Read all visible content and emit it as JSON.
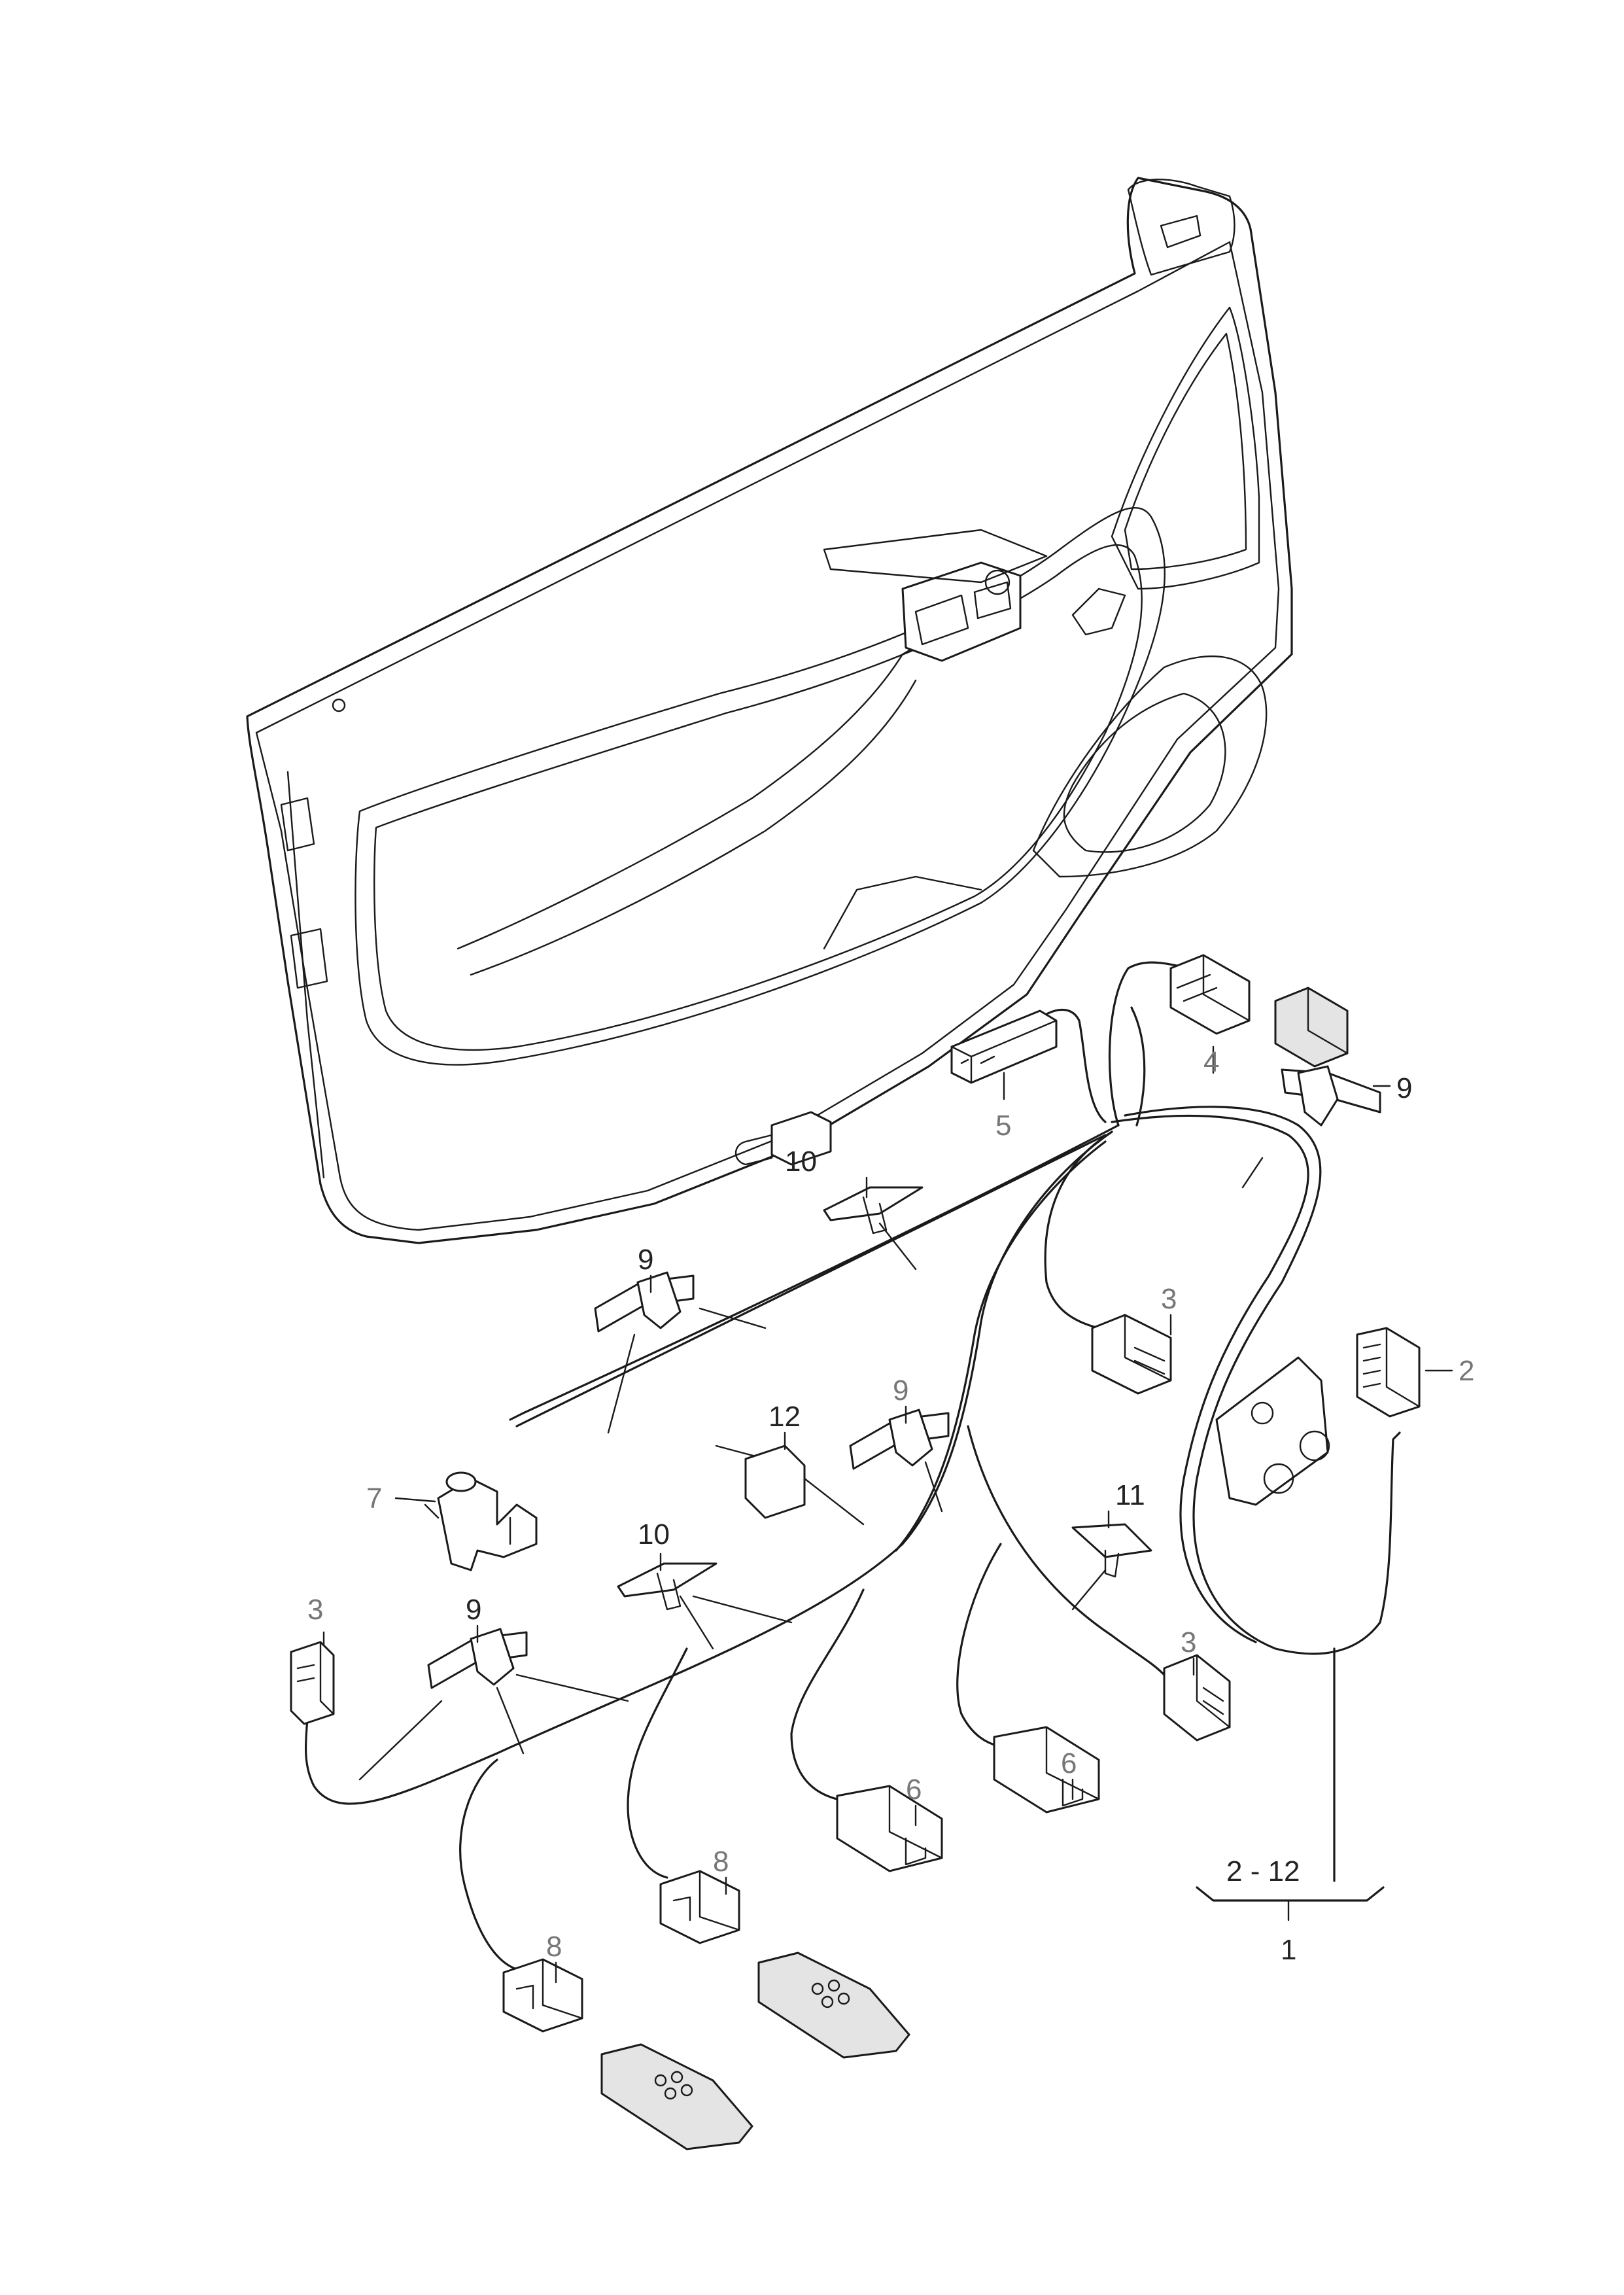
{
  "callouts": [
    {
      "id": "c1",
      "text": "1"
    },
    {
      "id": "c2",
      "text": "2"
    },
    {
      "id": "c3a",
      "text": "3"
    },
    {
      "id": "c3b",
      "text": "3"
    },
    {
      "id": "c3c",
      "text": "3"
    },
    {
      "id": "c4",
      "text": "4"
    },
    {
      "id": "c5",
      "text": "5"
    },
    {
      "id": "c6a",
      "text": "6"
    },
    {
      "id": "c6b",
      "text": "6"
    },
    {
      "id": "c7",
      "text": "7"
    },
    {
      "id": "c8a",
      "text": "8"
    },
    {
      "id": "c8b",
      "text": "8"
    },
    {
      "id": "c9a",
      "text": "9"
    },
    {
      "id": "c9b",
      "text": "9"
    },
    {
      "id": "c9c",
      "text": "9"
    },
    {
      "id": "c9d",
      "text": "9"
    },
    {
      "id": "c10a",
      "text": "10"
    },
    {
      "id": "c10b",
      "text": "10"
    },
    {
      "id": "c11",
      "text": "11"
    },
    {
      "id": "c12",
      "text": "12"
    }
  ],
  "range_label": "2 - 12",
  "colors": {
    "line": "#1a1a1a",
    "label": "#222222",
    "label_muted": "#777777"
  }
}
